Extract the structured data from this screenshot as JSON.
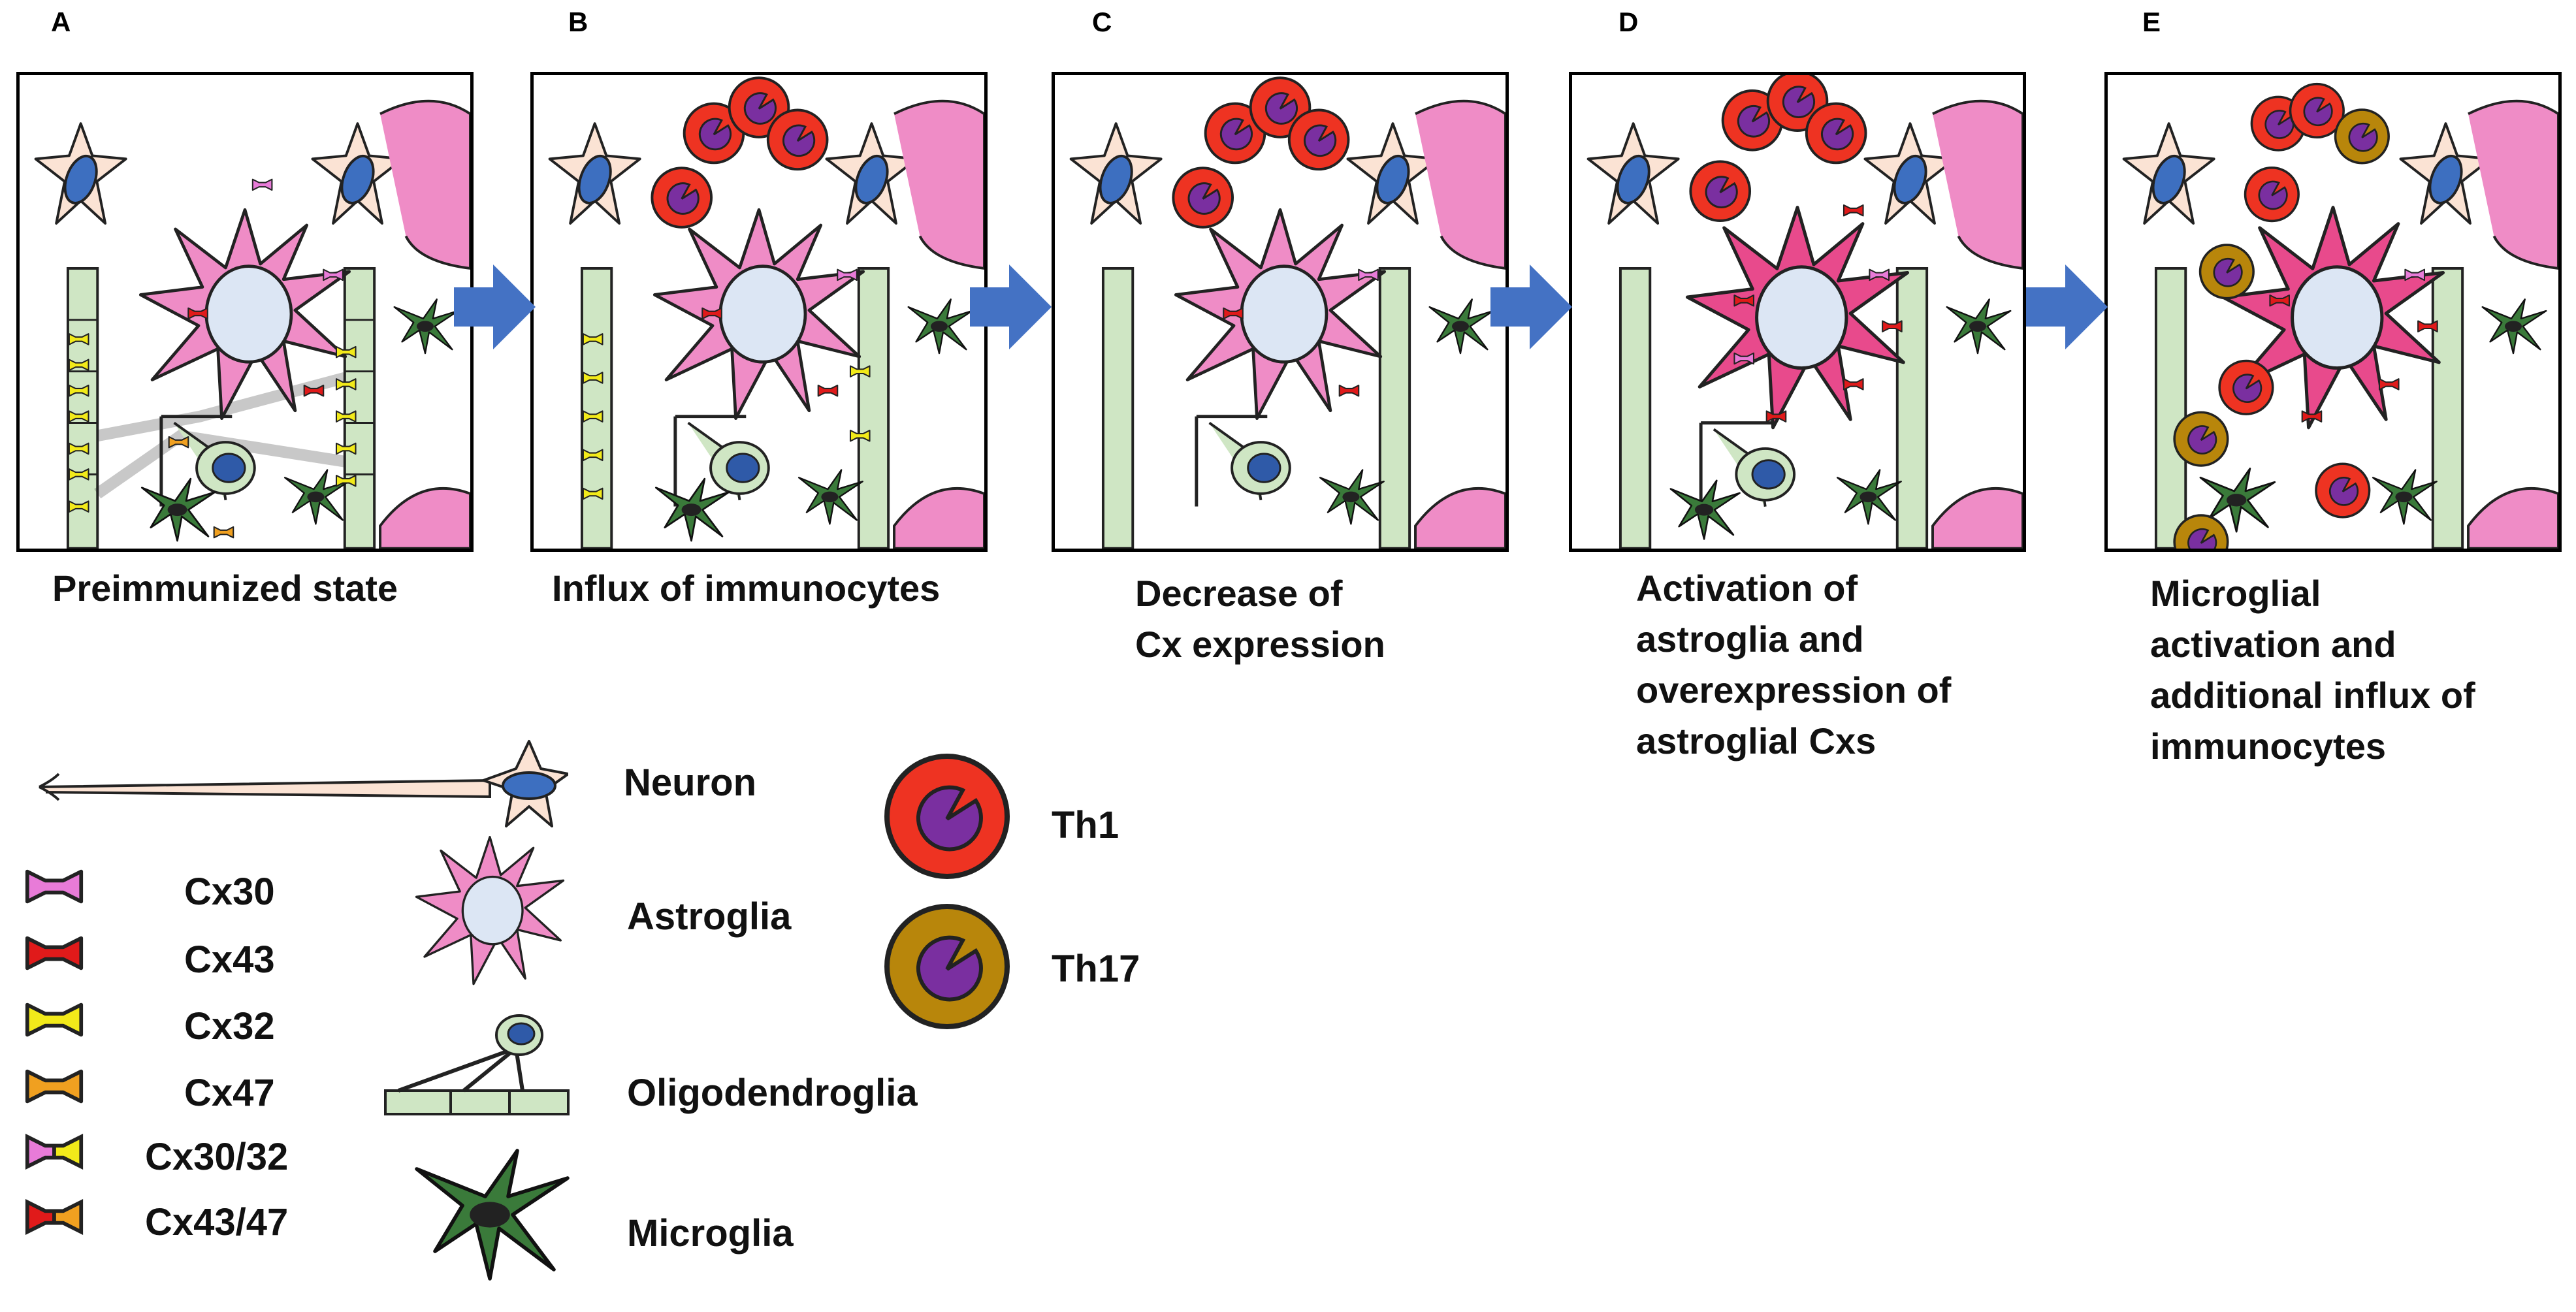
{
  "panels": [
    {
      "letter": "A",
      "caption": [
        "Preimmunized state"
      ]
    },
    {
      "letter": "B",
      "caption": [
        "Influx of immunocytes"
      ]
    },
    {
      "letter": "C",
      "caption": [
        "Decrease of",
        "Cx expression"
      ]
    },
    {
      "letter": "D",
      "caption": [
        "Activation of",
        "astroglia and",
        "overexpression of",
        "astroglial Cxs"
      ]
    },
    {
      "letter": "E",
      "caption": [
        "Microglial",
        "activation and",
        "additional influx of",
        "immunocytes"
      ]
    }
  ],
  "legend": {
    "connexins": [
      {
        "label": "Cx30",
        "color": "#e87bd8"
      },
      {
        "label": "Cx43",
        "color": "#e01a1a"
      },
      {
        "label": "Cx32",
        "color": "#f2ea1a"
      },
      {
        "label": "Cx47",
        "color": "#f0a020"
      },
      {
        "label": "Cx30/32",
        "color": "#e87bd8"
      },
      {
        "label": "Cx43/47",
        "color": "#e01a1a"
      }
    ],
    "cells": {
      "neuron": "Neuron",
      "astroglia": "Astroglia",
      "oligodendroglia": "Oligodendroglia",
      "microglia": "Microglia"
    },
    "immunocytes": {
      "th1": "Th1",
      "th17": "Th17"
    }
  },
  "colors": {
    "neuron_body": "#fbe3d4",
    "neuron_nucleus": "#3d6fc0",
    "axon": "#cfe6c4",
    "astroglia_normal": "#ef8cc6",
    "astroglia_active": "#e84a8c",
    "astro_nucleus": "#dce6f4",
    "microglia": "#3a7a3a",
    "th1_ring": "#ee3322",
    "th17_ring": "#b8860b",
    "immuno_core": "#7a2fa0",
    "arrow": "#4472c4"
  }
}
